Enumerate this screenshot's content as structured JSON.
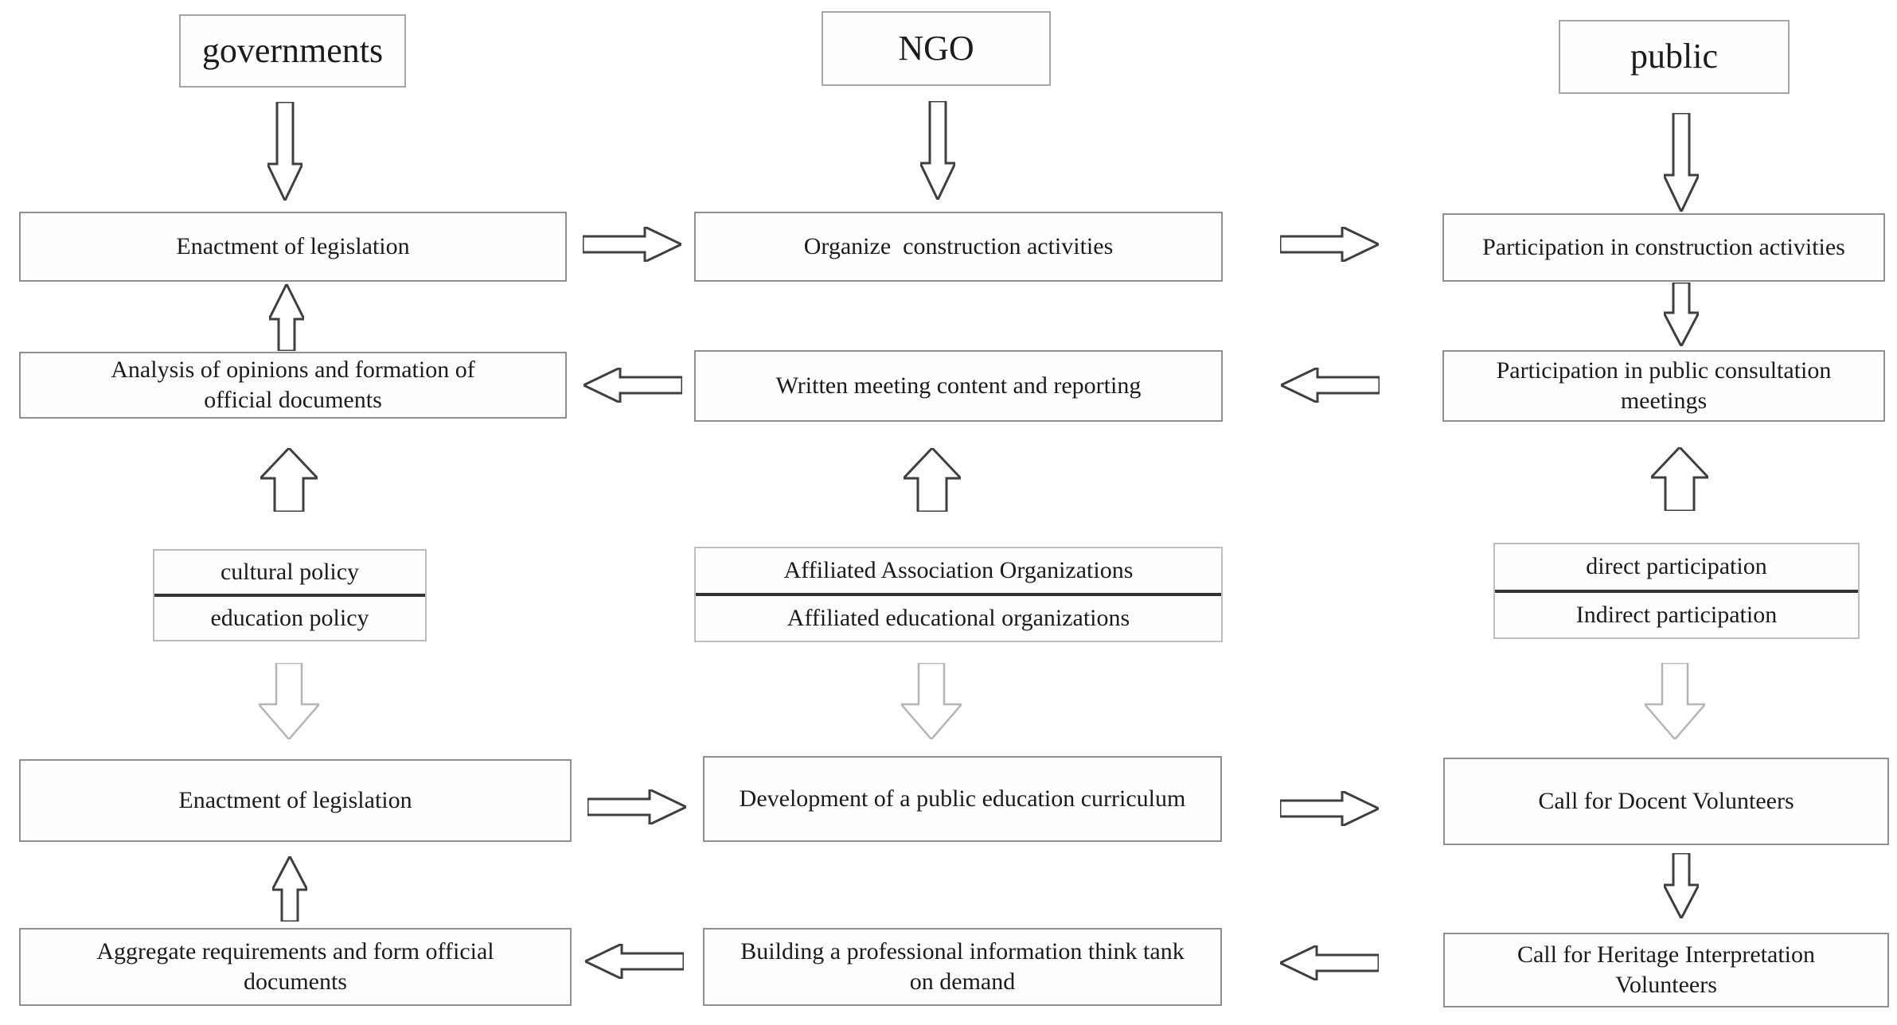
{
  "headers": {
    "governments": "governments",
    "ngo": "NGO",
    "public": "public"
  },
  "left": {
    "row1": "Enactment of legislation",
    "row2": "Analysis of opinions and formation of\nofficial documents",
    "split_top": "cultural policy",
    "split_bottom": "education policy",
    "row4": "Enactment of legislation",
    "row5": "Aggregate requirements and form official\ndocuments"
  },
  "middle": {
    "row1": "Organize  construction activities",
    "row2": "Written meeting content and reporting",
    "split_top": "Affiliated Association Organizations",
    "split_bottom": "Affiliated educational organizations",
    "row4": "Development of a public education curriculum",
    "row5": "Building a professional information think tank\non demand"
  },
  "right": {
    "row1": "Participation in construction activities",
    "row2": "Participation in public consultation\nmeetings",
    "split_top": "direct participation",
    "split_bottom": "Indirect participation",
    "row4": "Call for Docent Volunteers",
    "row5": "Call for Heritage Interpretation\nVolunteers"
  },
  "colors": {
    "background": "#ffffff",
    "text": "#1b1b1b",
    "box_border": "#8f8f8f",
    "header_border": "#a6a6a6",
    "split_border": "#bdbdbd",
    "split_divider": "#333333",
    "arrow_dark": "#3f3f3f",
    "arrow_light": "#b5b5b5"
  }
}
